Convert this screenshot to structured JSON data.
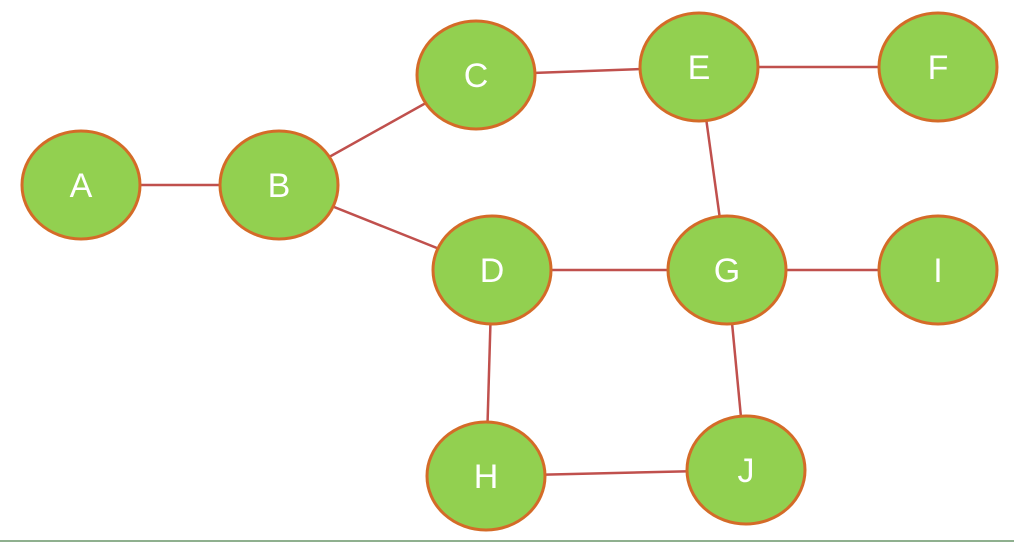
{
  "graph": {
    "nodes": [
      {
        "id": "A",
        "label": "A"
      },
      {
        "id": "B",
        "label": "B"
      },
      {
        "id": "C",
        "label": "C"
      },
      {
        "id": "D",
        "label": "D"
      },
      {
        "id": "E",
        "label": "E"
      },
      {
        "id": "F",
        "label": "F"
      },
      {
        "id": "G",
        "label": "G"
      },
      {
        "id": "H",
        "label": "H"
      },
      {
        "id": "I",
        "label": "I"
      },
      {
        "id": "J",
        "label": "J"
      }
    ],
    "edges": [
      {
        "from": "A",
        "to": "B"
      },
      {
        "from": "B",
        "to": "C"
      },
      {
        "from": "B",
        "to": "D"
      },
      {
        "from": "C",
        "to": "E"
      },
      {
        "from": "E",
        "to": "F"
      },
      {
        "from": "E",
        "to": "G"
      },
      {
        "from": "D",
        "to": "G"
      },
      {
        "from": "G",
        "to": "I"
      },
      {
        "from": "D",
        "to": "H"
      },
      {
        "from": "G",
        "to": "J"
      },
      {
        "from": "H",
        "to": "J"
      }
    ]
  },
  "colors": {
    "node_fill": "#92d050",
    "node_stroke": "#d46b28",
    "edge": "#c0504d",
    "label": "#ffffff"
  }
}
